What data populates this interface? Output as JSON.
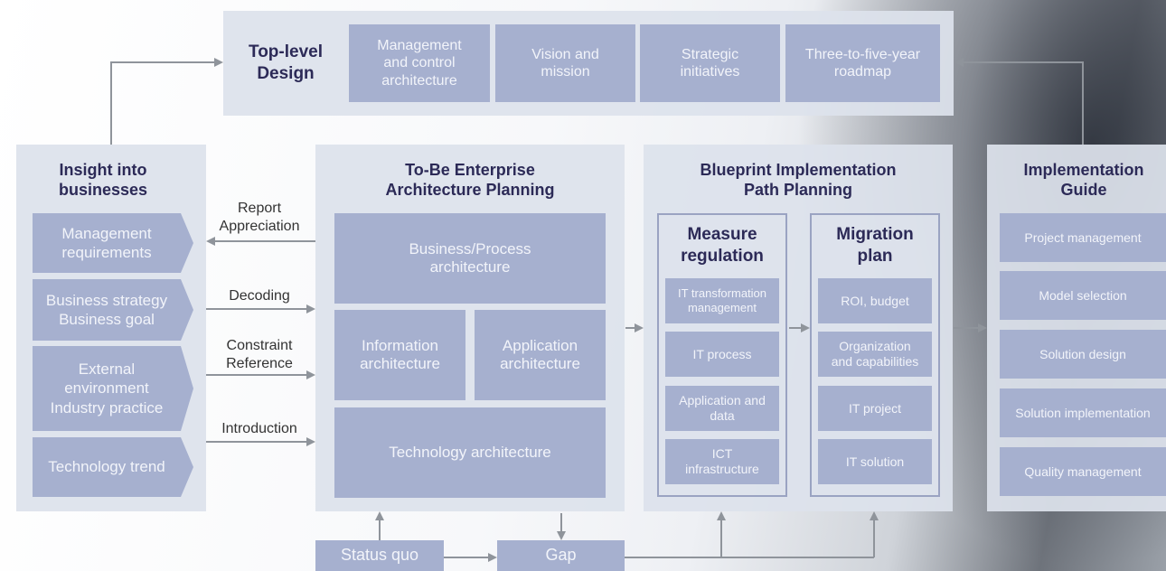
{
  "top_level": {
    "title": "Top-level\nDesign",
    "items": [
      "Management\nand control\narchitecture",
      "Vision and\nmission",
      "Strategic\ninitiatives",
      "Three-to-five-year\nroadmap"
    ]
  },
  "insight": {
    "title": "Insight into\nbusinesses",
    "items": [
      "Management\nrequirements",
      "Business strategy\nBusiness goal",
      "External\nenvironment\nIndustry practice",
      "Technology trend"
    ]
  },
  "connectors": {
    "report": "Report\nAppreciation",
    "decoding": "Decoding",
    "constraint": "Constraint\nReference",
    "introduction": "Introduction"
  },
  "tobe": {
    "title": "To-Be Enterprise\nArchitecture Planning",
    "business": "Business/Process\narchitecture",
    "information": "Information\narchitecture",
    "application": "Application\narchitecture",
    "technology": "Technology architecture"
  },
  "blueprint": {
    "title": "Blueprint Implementation\nPath Planning",
    "measure": {
      "title": "Measure\nregulation",
      "items": [
        "IT transformation\nmanagement",
        "IT process",
        "Application and\ndata",
        "ICT\ninfrastructure"
      ]
    },
    "migration": {
      "title": "Migration\nplan",
      "items": [
        "ROI, budget",
        "Organization\nand capabilities",
        "IT project",
        "IT solution"
      ]
    }
  },
  "guide": {
    "title": "Implementation\nGuide",
    "items": [
      "Project management",
      "Model selection",
      "Solution design",
      "Solution implementation",
      "Quality management"
    ]
  },
  "bottom": {
    "status_quo": "Status quo",
    "gap": "Gap"
  }
}
